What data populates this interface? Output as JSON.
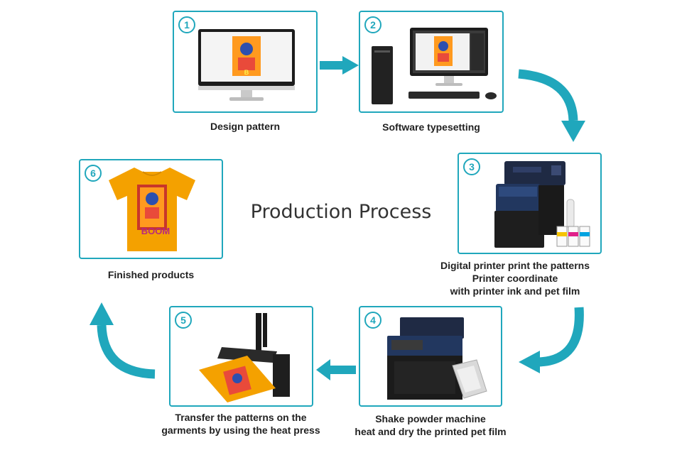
{
  "title": "Production Process",
  "accent_color": "#20a7bc",
  "steps": [
    {
      "number": "1",
      "caption": [
        "Design pattern"
      ],
      "icon": "monitor-with-design"
    },
    {
      "number": "2",
      "caption": [
        "Software typesetting"
      ],
      "icon": "desktop-computer"
    },
    {
      "number": "3",
      "caption": [
        "Digital printer print the patterns",
        "Printer coordinate",
        "with printer ink and pet film"
      ],
      "icon": "dtf-printer"
    },
    {
      "number": "4",
      "caption": [
        "Shake powder machine",
        "heat and dry the printed pet film"
      ],
      "icon": "powder-shaker"
    },
    {
      "number": "5",
      "caption": [
        "Transfer the patterns on the",
        "garments by using the heat press"
      ],
      "icon": "heat-press"
    },
    {
      "number": "6",
      "caption": [
        "Finished products"
      ],
      "icon": "printed-tshirt"
    }
  ]
}
